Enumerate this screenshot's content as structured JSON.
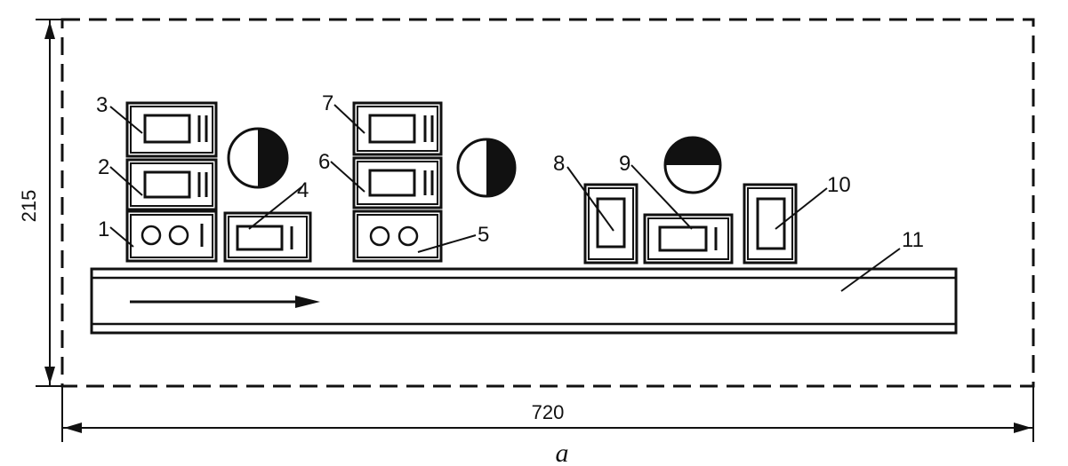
{
  "dimensions": {
    "width": "720",
    "height": "215"
  },
  "caption": "a",
  "callouts": [
    "1",
    "2",
    "3",
    "4",
    "5",
    "6",
    "7",
    "8",
    "9",
    "10",
    "11"
  ],
  "colors": {
    "ink": "#111111",
    "paper": "#ffffff"
  },
  "indicators": [
    {
      "name": "half-left-white",
      "fill": "right-half-black"
    },
    {
      "name": "half-right-black",
      "fill": "right-half-black"
    },
    {
      "name": "top-half-black",
      "fill": "top-half-black"
    }
  ],
  "conveyor": {
    "direction": "right"
  }
}
